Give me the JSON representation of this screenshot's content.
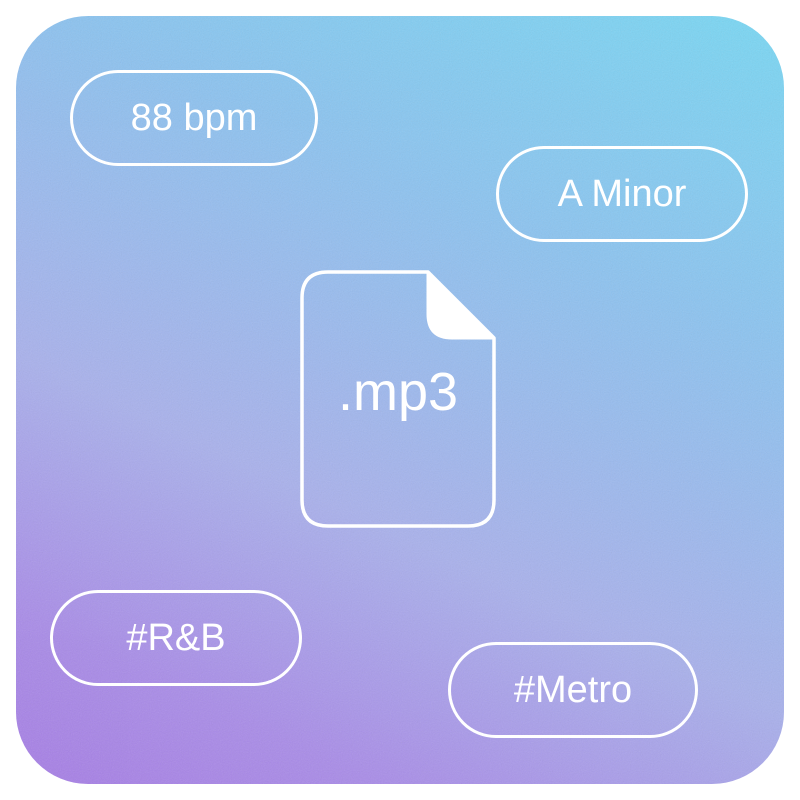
{
  "tags": {
    "bpm": "88 bpm",
    "key": "A Minor",
    "genre": "#R&B",
    "artist": "#Metro"
  },
  "file": {
    "extension": ".mp3",
    "icon": "document-icon"
  },
  "colors": {
    "gradient_top_right": "#79d8f4",
    "gradient_bottom_left": "#a77ee6",
    "outline": "#ffffff"
  }
}
